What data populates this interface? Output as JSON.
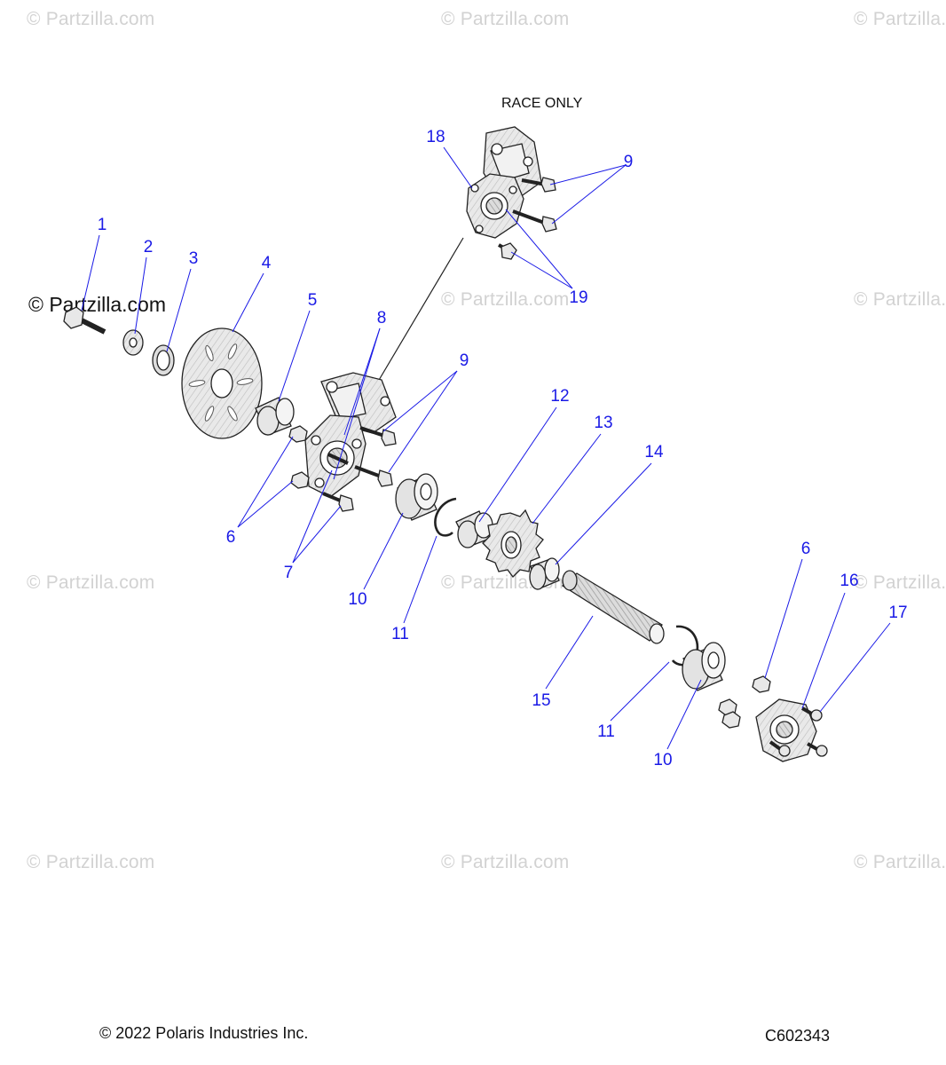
{
  "watermark": {
    "text": "© Partzilla.com",
    "prominent_text": "© Partzilla.com"
  },
  "note": "RACE ONLY",
  "callouts": [
    "1",
    "2",
    "3",
    "4",
    "5",
    "6",
    "7",
    "8",
    "9",
    "10",
    "11",
    "12",
    "13",
    "14",
    "15",
    "16",
    "17",
    "18",
    "19"
  ],
  "footer": {
    "copyright": "© 2022 Polaris Industries Inc.",
    "diagram_code": "C602343"
  },
  "colors": {
    "callout": "#1a1ae6",
    "leader": "#1a1ae6",
    "part_fill": "#e8e8e8",
    "part_stroke": "#222222",
    "watermark": "#d2d2d2"
  }
}
